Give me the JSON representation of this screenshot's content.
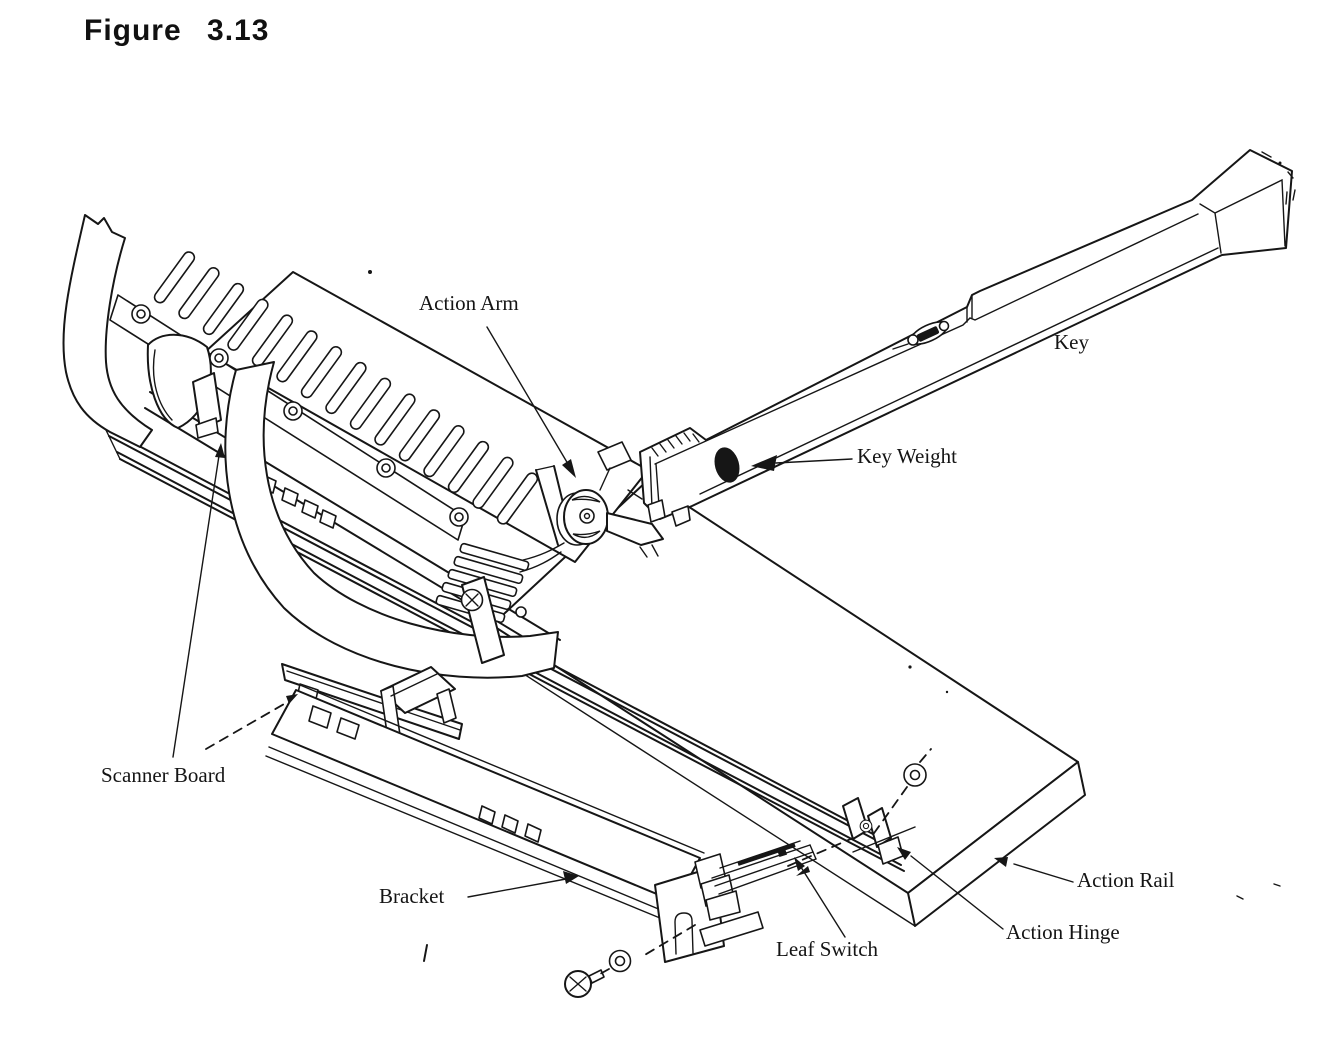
{
  "figure": {
    "title": "Figure 3.13",
    "description": "Exploded isometric line diagram of a keyboard key action assembly",
    "colors": {
      "ink": "#161616",
      "paper": "#ffffff"
    },
    "labels": [
      {
        "id": "action-arm",
        "text": "Action Arm"
      },
      {
        "id": "key",
        "text": "Key"
      },
      {
        "id": "key-weight",
        "text": "Key Weight"
      },
      {
        "id": "scanner-board",
        "text": "Scanner Board"
      },
      {
        "id": "bracket",
        "text": "Bracket"
      },
      {
        "id": "leaf-switch",
        "text": "Leaf Switch"
      },
      {
        "id": "action-hinge",
        "text": "Action Hinge"
      },
      {
        "id": "action-rail",
        "text": "Action Rail"
      }
    ]
  }
}
